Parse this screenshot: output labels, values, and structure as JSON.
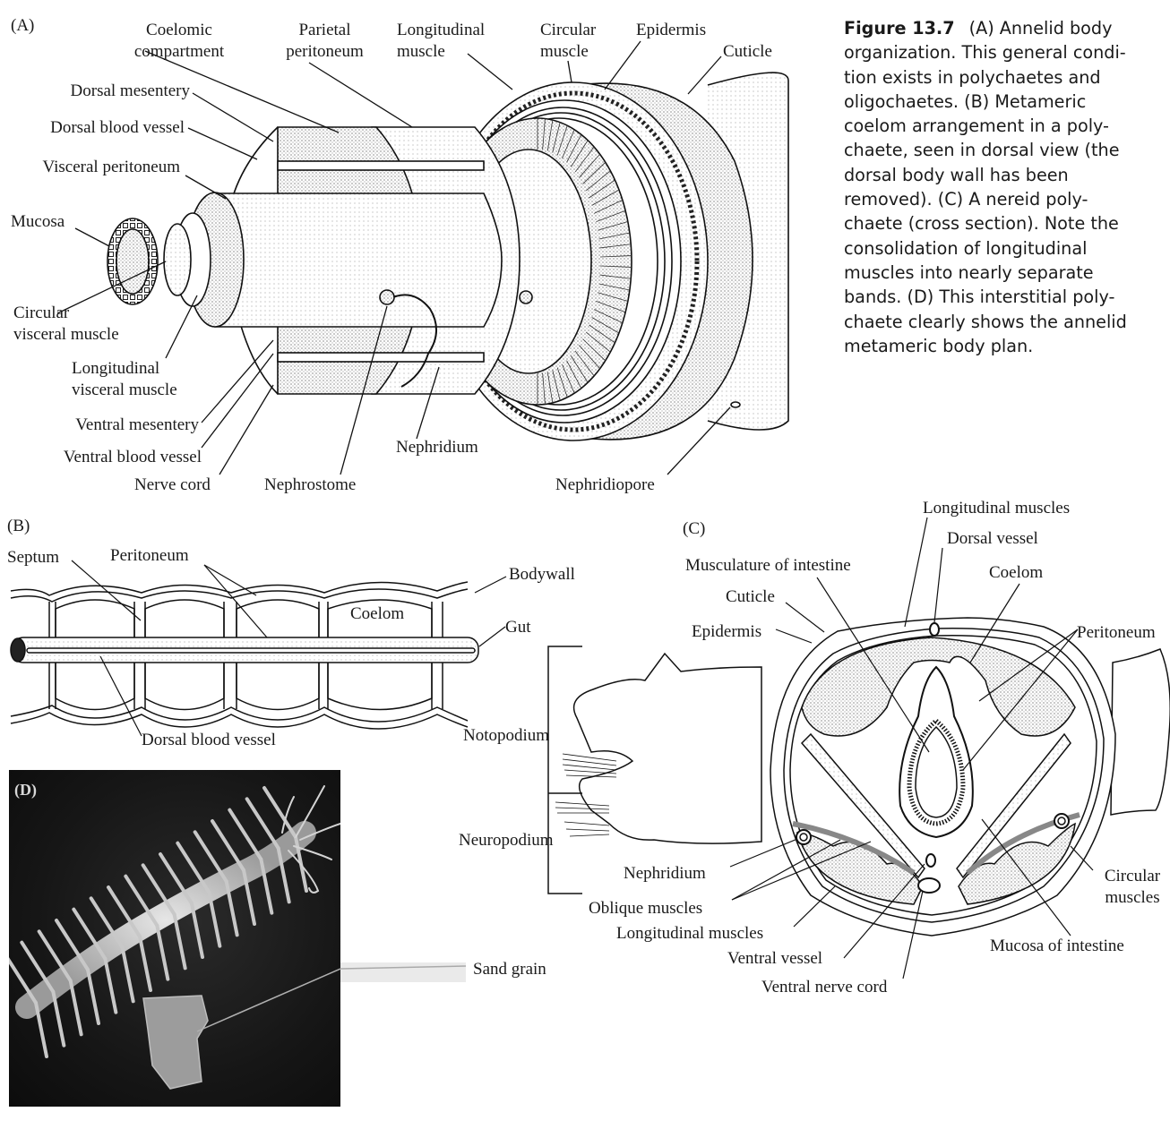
{
  "figure": {
    "number": "Figure 13.7",
    "caption_lines": [
      "(A) Annelid body",
      "organization. This general condi-",
      "tion exists in polychaetes and",
      "oligochaetes. (B) Metameric",
      "coelom arrangement in a poly-",
      "chaete, seen in dorsal view (the",
      "dorsal body wall has been",
      "removed). (C) A nereid poly-",
      "chaete (cross section). Note the",
      "consolidation of longitudinal",
      "muscles into nearly separate",
      "bands. (D) This interstitial poly-",
      "chaete clearly shows the annelid",
      "metameric body plan."
    ]
  },
  "panels": {
    "A": {
      "letter": "(A)",
      "labels": {
        "coelomic_compartment": [
          "Coelomic",
          "compartment"
        ],
        "parietal_peritoneum": [
          "Parietal",
          "peritoneum"
        ],
        "longitudinal_muscle": [
          "Longitudinal",
          "muscle"
        ],
        "circular_muscle": [
          "Circular",
          "muscle"
        ],
        "epidermis": "Epidermis",
        "cuticle": "Cuticle",
        "dorsal_mesentery": "Dorsal mesentery",
        "dorsal_blood_vessel": "Dorsal blood vessel",
        "visceral_peritoneum": "Visceral peritoneum",
        "mucosa": "Mucosa",
        "circular_visceral_muscle": [
          "Circular",
          "visceral muscle"
        ],
        "longitudinal_visceral_muscle": [
          "Longitudinal",
          "visceral muscle"
        ],
        "ventral_mesentery": "Ventral mesentery",
        "ventral_blood_vessel": "Ventral blood vessel",
        "nerve_cord": "Nerve cord",
        "nephrostome": "Nephrostome",
        "nephridium": "Nephridium",
        "nephridiopore": "Nephridiopore"
      }
    },
    "B": {
      "letter": "(B)",
      "labels": {
        "septum": "Septum",
        "peritoneum": "Peritoneum",
        "bodywall": "Bodywall",
        "coelom": "Coelom",
        "gut": "Gut",
        "dorsal_blood_vessel": "Dorsal blood vessel"
      }
    },
    "C": {
      "letter": "(C)",
      "labels": {
        "longitudinal_muscles_top": "Longitudinal muscles",
        "dorsal_vessel": "Dorsal vessel",
        "musculature_of_intestine": "Musculature of intestine",
        "coelom": "Coelom",
        "cuticle": "Cuticle",
        "epidermis": "Epidermis",
        "peritoneum": "Peritoneum",
        "notopodium": "Notopodium",
        "neuropodium": "Neuropodium",
        "nephridium": "Nephridium",
        "oblique_muscles": "Oblique muscles",
        "longitudinal_muscles_bottom": "Longitudinal muscles",
        "ventral_vessel": "Ventral vessel",
        "ventral_nerve_cord": "Ventral nerve cord",
        "circular_muscles": [
          "Circular",
          "muscles"
        ],
        "mucosa_of_intestine": "Mucosa of intestine"
      }
    },
    "D": {
      "letter": "(D)",
      "labels": {
        "sand_grain": "Sand grain"
      }
    }
  }
}
